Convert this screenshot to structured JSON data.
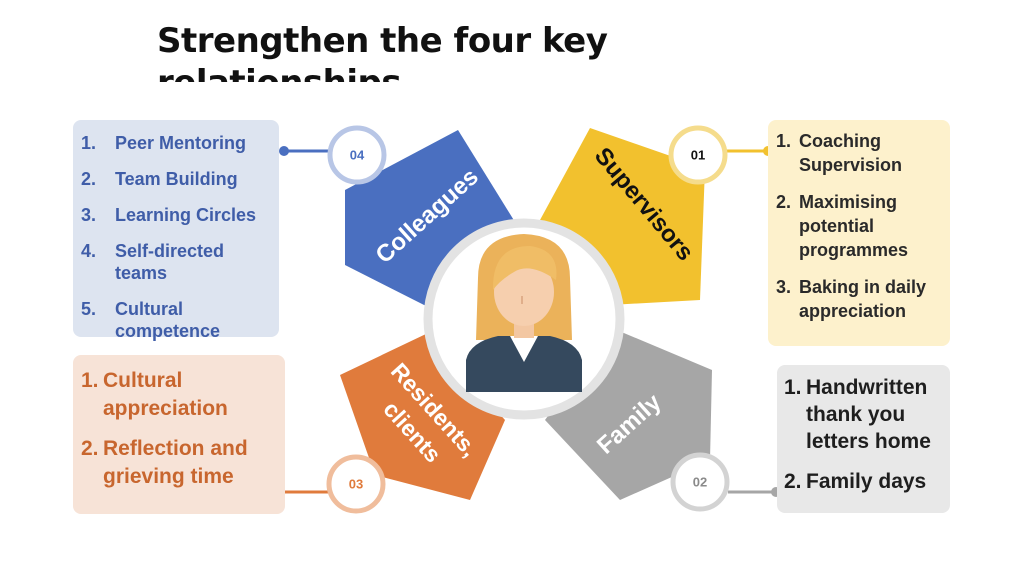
{
  "title": "Strengthen the four key relationships",
  "relationships": {
    "supervisors": {
      "label": "Supervisors",
      "number": "01",
      "color": "#f2c12e",
      "items": [
        {
          "num": "1.",
          "text": "Coaching Supervision"
        },
        {
          "num": "2.",
          "text": "Maximising potential programmes"
        },
        {
          "num": "3.",
          "text": "Baking in daily appreciation"
        }
      ]
    },
    "family": {
      "label": "Family",
      "number": "02",
      "color": "#a6a6a6",
      "items": [
        {
          "num": "1.",
          "text": "Handwritten thank you letters home"
        },
        {
          "num": "2.",
          "text": "Family days"
        }
      ]
    },
    "residents": {
      "label_line1": "Residents,",
      "label_line2": "clients",
      "number": "03",
      "color": "#e07b3c",
      "items": [
        {
          "num": "1.",
          "text": "Cultural appreciation"
        },
        {
          "num": "2.",
          "text": "Reflection and grieving time"
        }
      ]
    },
    "colleagues": {
      "label": "Colleagues",
      "number": "04",
      "color": "#4a6fc0",
      "items": [
        {
          "num": "1.",
          "text": "Peer Mentoring"
        },
        {
          "num": "2.",
          "text": "Team Building"
        },
        {
          "num": "3.",
          "text": "Learning Circles"
        },
        {
          "num": "4.",
          "text": "Self-directed teams"
        },
        {
          "num": "5.",
          "text": "Cultural competence"
        }
      ]
    }
  },
  "center_icon": "person-avatar-icon"
}
